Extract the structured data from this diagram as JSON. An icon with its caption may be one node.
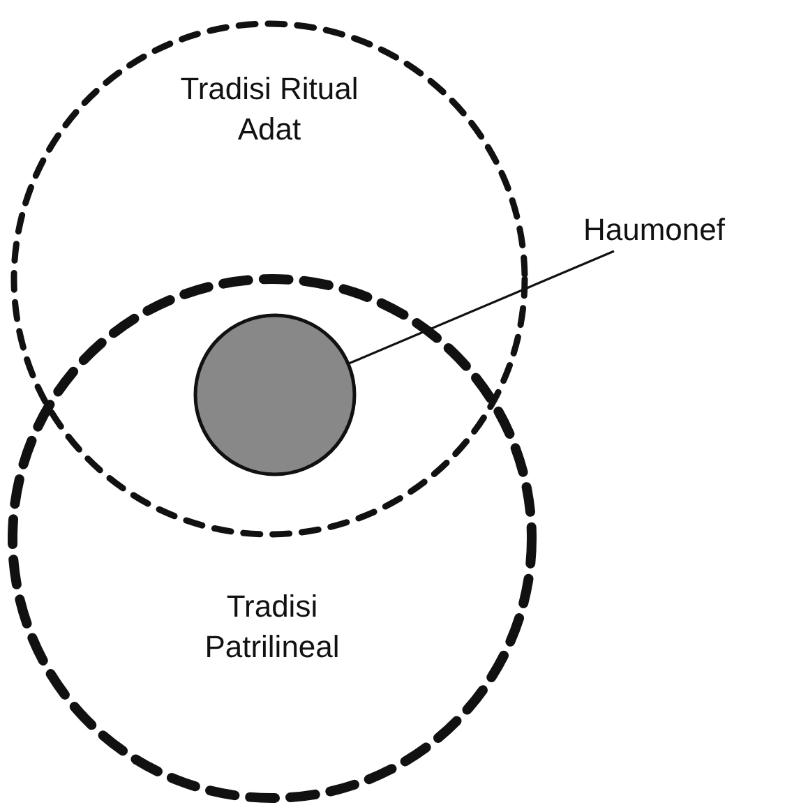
{
  "diagram": {
    "nodes": [
      {
        "text": [
          "Tradisi Ritual Adat"
        ]
      },
      {
        "text": [
          "Tradisi Patrilineal"
        ]
      },
      {
        "text": [],
        "shape": "circle"
      },
      {
        "text": [
          "Haumonef"
        ]
      }
    ],
    "edges": [
      {
        "from": 3,
        "to": 2,
        "arrow": "none"
      }
    ]
  }
}
